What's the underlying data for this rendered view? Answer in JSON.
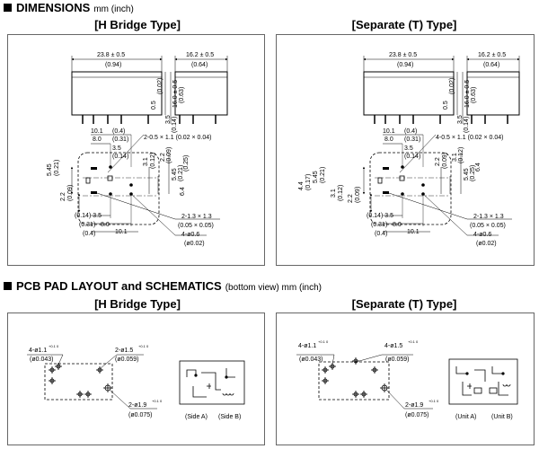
{
  "sections": {
    "dimensions": {
      "title": "DIMENSIONS",
      "unit": "mm (inch)"
    },
    "pcb": {
      "title": "PCB PAD LAYOUT and SCHEMATICS",
      "unit": "(bottom view) mm (inch)"
    }
  },
  "types": {
    "h_bridge": "[H Bridge Type]",
    "separate": "[Separate (T) Type]"
  },
  "dims": {
    "width_main": "23.8 ± 0.5",
    "width_main_in": "(0.94)",
    "width_side": "16.2 ± 0.5",
    "width_side_in": "(0.64)",
    "height_tol": "0.5",
    "height_tol_in": "(0.02)",
    "height": "16.0 ± 0.5",
    "height_in": "(0.63)",
    "pin_len": "3.5",
    "pin_len_in": "(0.14)",
    "w101": "10.1",
    "w101_in": "(0.4)",
    "w80": "8.0",
    "w80_in": "(0.31)",
    "slot_h": "2-0.5 × 1.1 (0.02 × 0.04)",
    "slot_t": "4-0.5 × 1.1 (0.02 × 0.04)",
    "d35": "3.5",
    "d35_in": "(0.14)",
    "d22": "2.2",
    "d22_in": "(0.09)",
    "d31": "3.1",
    "d31_in": "(0.12)",
    "d545": "5.45",
    "d545_in": "(0.21)",
    "d64": "6.4",
    "d64_in": "(0.25)",
    "d44": "4.4",
    "d44_in": "(0.17)",
    "pin_sq": "2-1.3 × 1.3",
    "pin_sq_in": "(0.05 × 0.05)",
    "pin_rd": "4-ø0.6",
    "pin_rd_in": "(ø0.02)",
    "b35_in": "(0.14) 3.5",
    "b80": "8.0",
    "b80_in": "(0.31)",
    "b101": "10.1",
    "b101_in": "(0.4)"
  },
  "pcb": {
    "h1": "4-ø1.1",
    "h1_tol": "+0.1 0",
    "h1_in": "(ø0.043)",
    "h2": "2-ø1.5",
    "h2_tol": "+0.1 0",
    "h2_in": "(ø0.059)",
    "h3": "2-ø1.9",
    "h3_tol": "+0.1 0",
    "h3_in": "(ø0.075)",
    "t2": "4-ø1.5",
    "t2_tol": "+0.1 0",
    "t2_in": "(ø0.059)",
    "side_a": "(Side A)",
    "side_b": "(Side B)",
    "unit_a": "(Unit A)",
    "unit_b": "(Unit B)"
  }
}
